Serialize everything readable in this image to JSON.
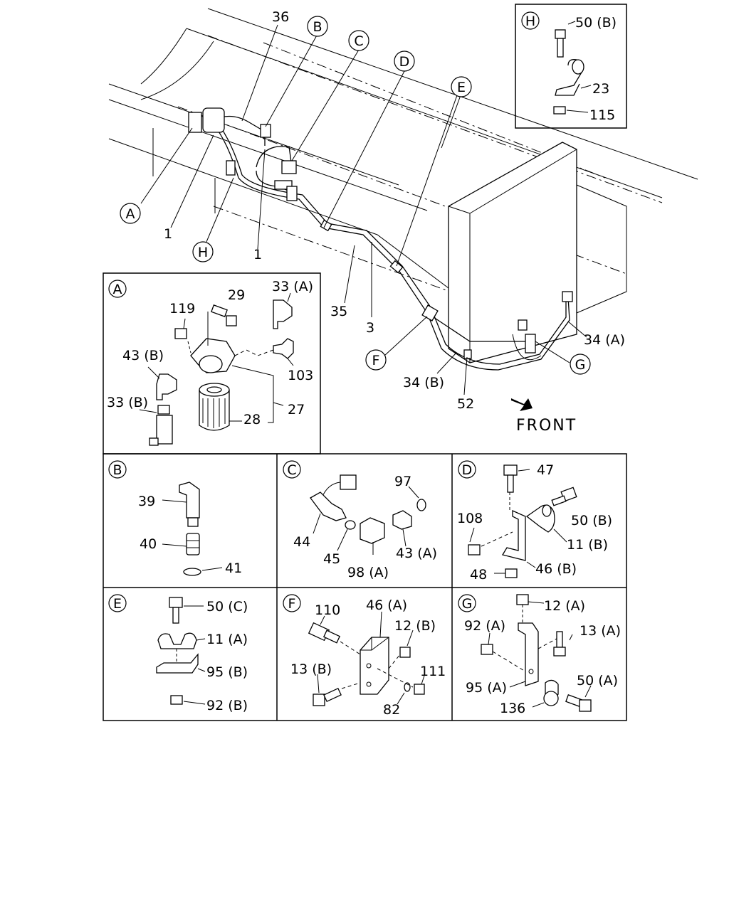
{
  "main": {
    "callouts": [
      "A",
      "B",
      "C",
      "D",
      "E",
      "F",
      "G",
      "H"
    ],
    "labels": {
      "n36": "36",
      "n1a": "1",
      "n1b": "1",
      "n35": "35",
      "n3": "3",
      "n34a": "34 (A)",
      "n34b": "34 (B)",
      "n52": "52",
      "front": "FRONT"
    }
  },
  "detail_h": {
    "callout": "H",
    "labels": {
      "p50b": "50 (B)",
      "p23": "23",
      "p115": "115"
    }
  },
  "detail_a": {
    "callout": "A",
    "labels": {
      "p29": "29",
      "p33a": "33 (A)",
      "p119": "119",
      "p43b": "43 (B)",
      "p103": "103",
      "p33b": "33 (B)",
      "p27": "27",
      "p28": "28"
    }
  },
  "detail_b": {
    "callout": "B",
    "labels": {
      "p39": "39",
      "p40": "40",
      "p41": "41"
    }
  },
  "detail_c": {
    "callout": "C",
    "labels": {
      "p97": "97",
      "p44": "44",
      "p45": "45",
      "p43a": "43 (A)",
      "p98a": "98 (A)"
    }
  },
  "detail_d": {
    "callout": "D",
    "labels": {
      "p47": "47",
      "p108": "108",
      "p50b": "50 (B)",
      "p11b": "11 (B)",
      "p48": "48",
      "p46b": "46 (B)"
    }
  },
  "detail_e": {
    "callout": "E",
    "labels": {
      "p50c": "50 (C)",
      "p11a": "11 (A)",
      "p95b": "95 (B)",
      "p92b": "92 (B)"
    }
  },
  "detail_f": {
    "callout": "F",
    "labels": {
      "p110": "110",
      "p46a": "46 (A)",
      "p12b": "12 (B)",
      "p13b": "13 (B)",
      "p111": "111",
      "p82": "82"
    }
  },
  "detail_g": {
    "callout": "G",
    "labels": {
      "p12a": "12 (A)",
      "p92a": "92 (A)",
      "p13a": "13 (A)",
      "p95a": "95 (A)",
      "p50a": "50 (A)",
      "p136": "136"
    }
  }
}
